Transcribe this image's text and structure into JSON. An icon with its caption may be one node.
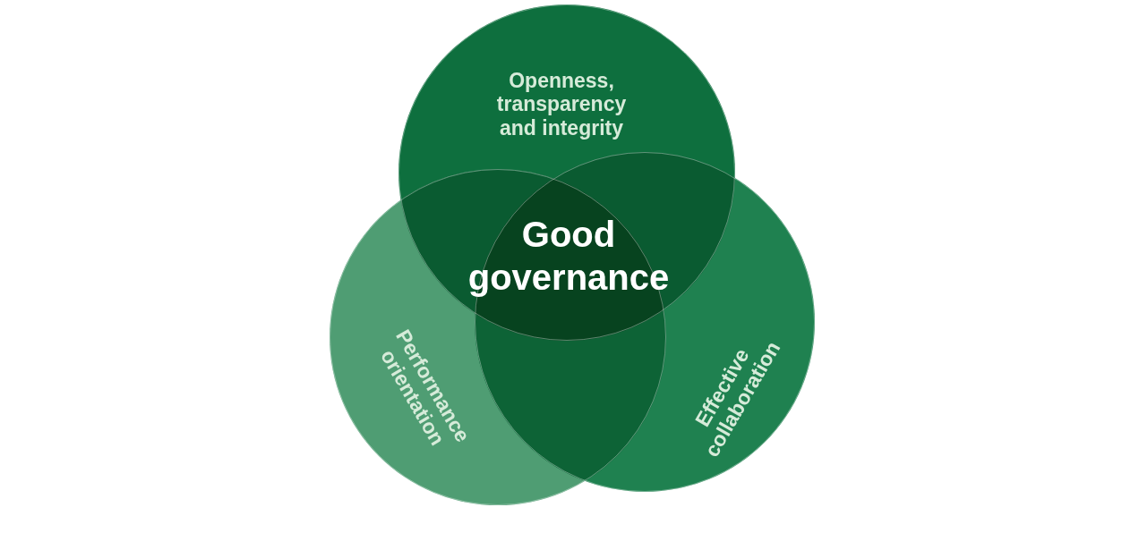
{
  "diagram": {
    "nodes": [
      {
        "text": [
          "Openness, transparency and integrity"
        ]
      },
      {
        "text": [
          "Performance orientation"
        ]
      },
      {
        "text": [
          "Effective collaboration"
        ]
      }
    ],
    "labels": [
      "Good governance"
    ]
  }
}
